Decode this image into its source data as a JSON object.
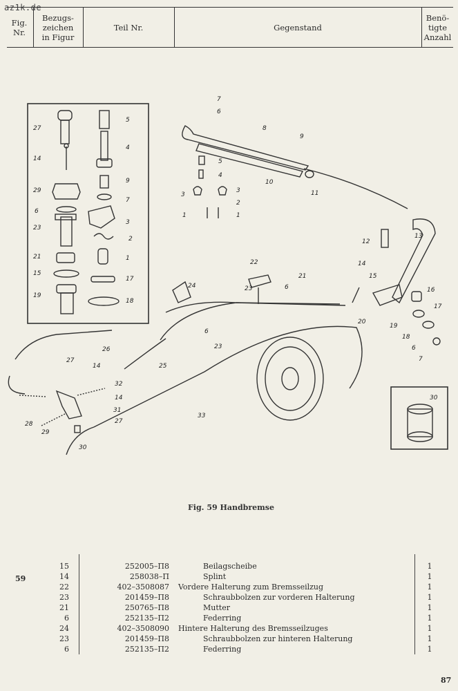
{
  "watermark": "az1k.de",
  "header": {
    "fig_nr": "Fig.\nNr.",
    "bezugszeichen": "Bezugs-\nzeichen\nin Figur",
    "teil_nr": "Teil Nr.",
    "gegenstand": "Gegenstand",
    "anzahl": "Benö-\ntigte\nAnzahl"
  },
  "figure": {
    "caption": "Fig. 59  Handbremse",
    "callouts": [
      "1",
      "2",
      "3",
      "4",
      "5",
      "6",
      "7",
      "8",
      "9",
      "10",
      "11",
      "12",
      "13",
      "14",
      "15",
      "16",
      "17",
      "18",
      "19",
      "20",
      "21",
      "22",
      "23",
      "24",
      "25",
      "26",
      "27",
      "28",
      "29",
      "30",
      "31",
      "32",
      "33"
    ]
  },
  "parts_table": {
    "fig_nr": "59",
    "rows": [
      {
        "ref": "15",
        "part": "252005–П8",
        "desc": "Beilagscheibe",
        "indent": true,
        "qty": "1"
      },
      {
        "ref": "14",
        "part": "258038–П",
        "desc": "Splint",
        "indent": true,
        "qty": "1"
      },
      {
        "ref": "22",
        "part": "402–3508087",
        "desc": "Vordere Halterung zum Bremsseilzug",
        "indent": false,
        "qty": "1"
      },
      {
        "ref": "23",
        "part": "201459–П8",
        "desc": "Schraubbolzen zur vorderen Halterung",
        "indent": true,
        "qty": "1"
      },
      {
        "ref": "21",
        "part": "250765–П8",
        "desc": "Mutter",
        "indent": true,
        "qty": "1"
      },
      {
        "ref": "6",
        "part": "252135–П2",
        "desc": "Federring",
        "indent": true,
        "qty": "1"
      },
      {
        "ref": "24",
        "part": "402–3508090",
        "desc": "Hintere Halterung des Bremsseilzuges",
        "indent": false,
        "qty": "1"
      },
      {
        "ref": "23",
        "part": "201459–П8",
        "desc": "Schraubbolzen zur hinteren Halterung",
        "indent": true,
        "qty": "1"
      },
      {
        "ref": "6",
        "part": "252135–П2",
        "desc": "Federring",
        "indent": true,
        "qty": "1"
      }
    ]
  },
  "page_number": "87"
}
